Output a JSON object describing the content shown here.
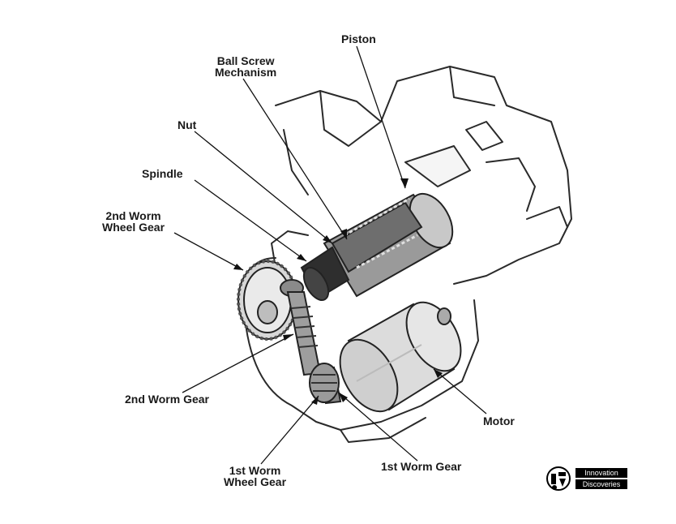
{
  "labels": {
    "piston": "Piston",
    "ball_screw_1": "Ball Screw",
    "ball_screw_2": "Mechanism",
    "nut": "Nut",
    "spindle": "Spindle",
    "wheel2_1": "2nd Worm",
    "wheel2_2": "Wheel Gear",
    "worm2": "2nd Worm Gear",
    "motor": "Motor",
    "worm1": "1st Worm Gear",
    "wheel1_1": "1st Worm",
    "wheel1_2": "Wheel Gear"
  },
  "logo": {
    "line1": "Innovation",
    "line2": "Discoveries"
  }
}
